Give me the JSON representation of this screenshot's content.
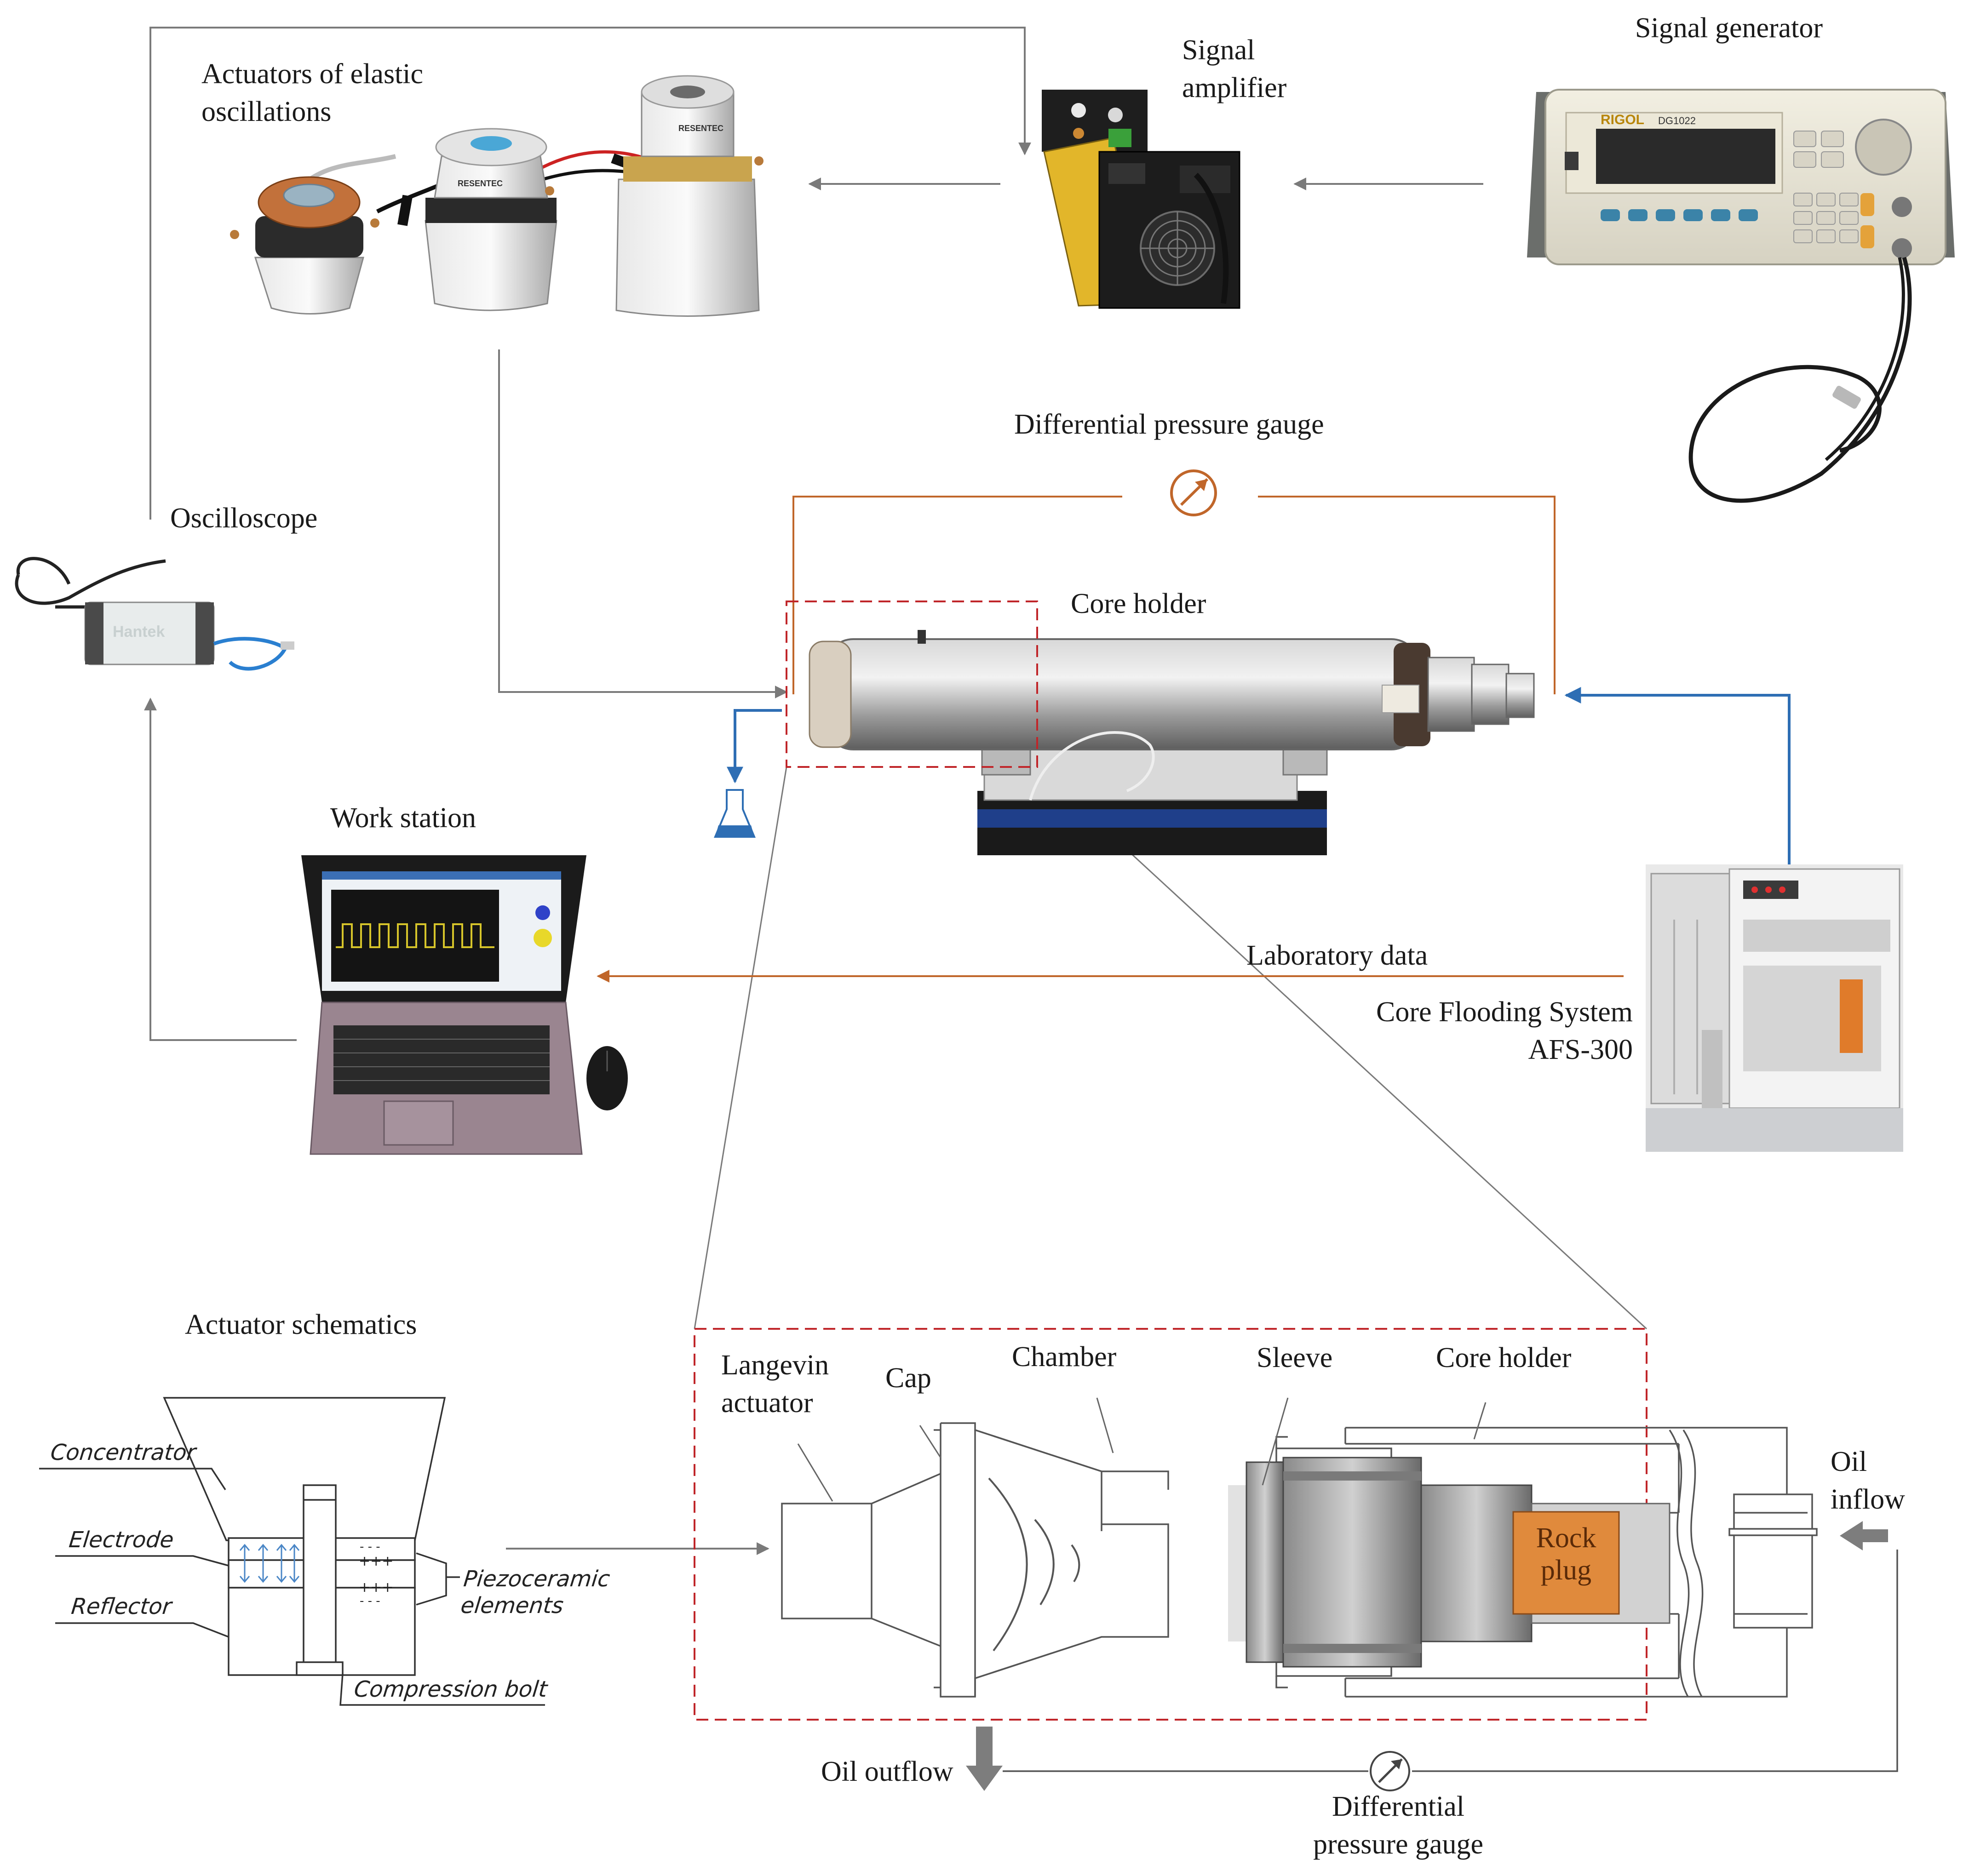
{
  "labels": {
    "signal_generator": "Signal generator",
    "signal_amplifier": "Signal\namplifier",
    "actuators": "Actuators of elastic\noscillations",
    "oscilloscope": "Oscilloscope",
    "diff_gauge_top": "Differential pressure gauge",
    "core_holder_top": "Core holder",
    "work_station": "Work station",
    "laboratory_data": "Laboratory data",
    "core_flooding": "Core Flooding System\nAFS-300",
    "actuator_schematics": "Actuator schematics",
    "langevin": "Langevin\nactuator",
    "cap": "Cap",
    "chamber": "Chamber",
    "sleeve": "Sleeve",
    "core_holder_detail": "Core holder",
    "oil_inflow": "Oil\ninflow",
    "rock_plug": "Rock\nplug",
    "oil_outflow": "Oil outflow",
    "diff_gauge_bottom": "Differential\npressure gauge",
    "concentrator": "Concentrator",
    "electrode": "Electrode",
    "reflector": "Reflector",
    "piezo": "Piezoceramic\nelements",
    "compression_bolt": "Compression bolt",
    "plus_marks": "+++",
    "minus_marks": "- - -"
  },
  "device_text": {
    "rigol_brand": "RIGOL",
    "rigol_model": "DG1022",
    "resentec": "RESENTEC",
    "hantek": "Hantek"
  },
  "colors": {
    "signal_line": "#7a7a7a",
    "pressure_line": "#c0662a",
    "flow_line": "#2e6eb4",
    "dashed_box": "#c0262a",
    "rock_plug": "#e08a3c"
  }
}
